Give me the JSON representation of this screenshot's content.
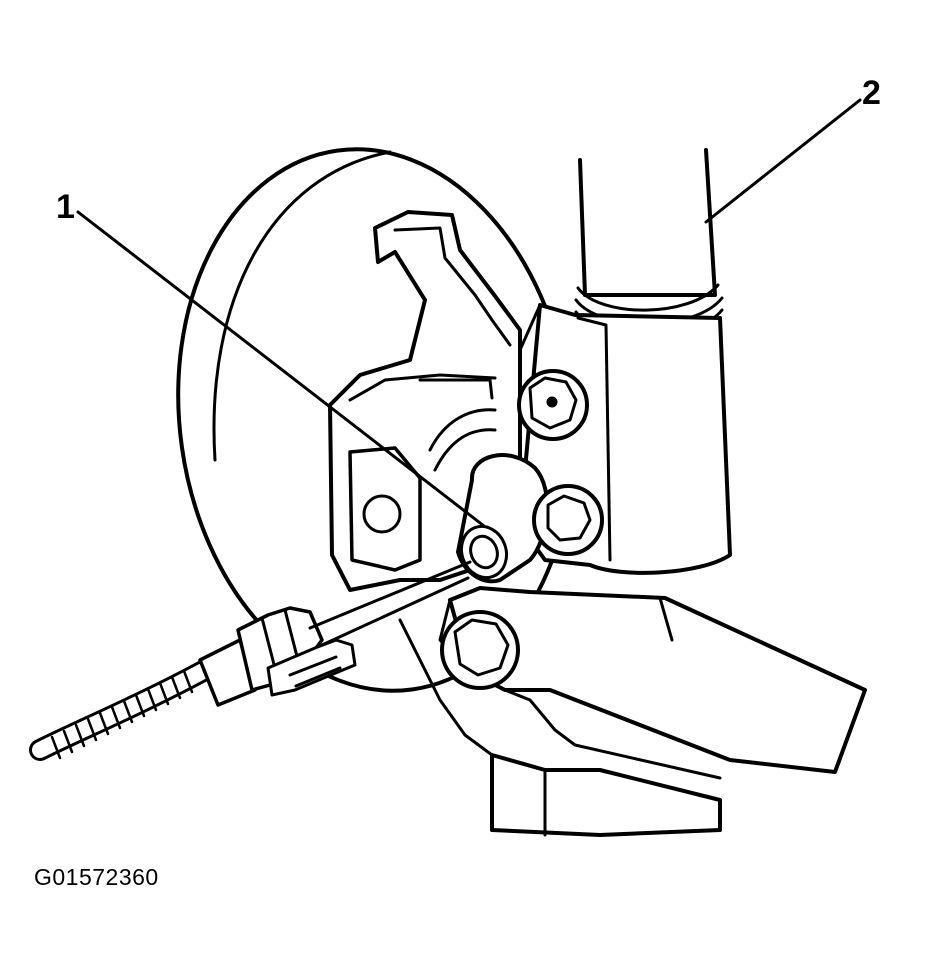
{
  "figure": {
    "callouts": [
      "1",
      "2"
    ],
    "figure_id": "G01572360"
  },
  "colors": {
    "line": "#000000",
    "background": "#ffffff"
  }
}
